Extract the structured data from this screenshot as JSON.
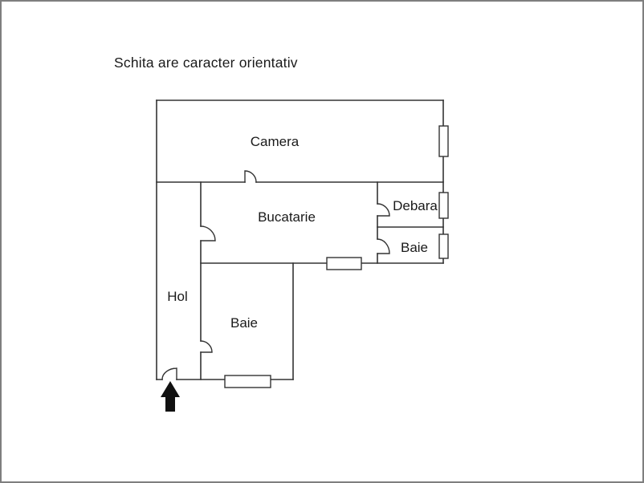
{
  "disclaimer": "Schita are caracter orientativ",
  "floorplan": {
    "type": "apartment-sketch",
    "rooms": [
      {
        "name": "camera",
        "label": "Camera"
      },
      {
        "name": "bucatarie",
        "label": "Bucatarie"
      },
      {
        "name": "debara",
        "label": "Debara"
      },
      {
        "name": "baie-small",
        "label": "Baie"
      },
      {
        "name": "hol",
        "label": "Hol"
      },
      {
        "name": "baie-large",
        "label": "Baie"
      }
    ],
    "entrance": {
      "marker": "up-arrow",
      "location": "bottom-left of Hol"
    },
    "windows": 5,
    "doors": 5,
    "colors": {
      "wall": "#333333",
      "text": "#1a1a1a",
      "background": "#ffffff",
      "page_border": "#7f7f7f",
      "arrow": "#111111"
    }
  }
}
